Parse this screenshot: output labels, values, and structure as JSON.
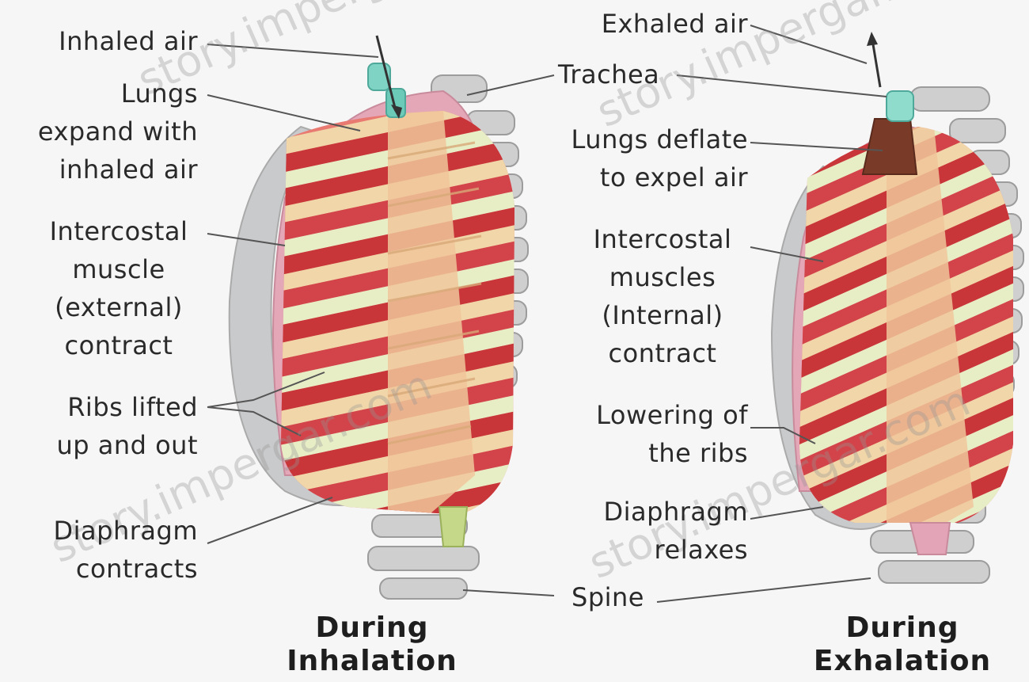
{
  "inhalation": {
    "labels": {
      "inhaled_air": "Inhaled air",
      "lungs_expand": [
        "Lungs",
        "expand with",
        "inhaled air"
      ],
      "intercostal_external": [
        "Intercostal",
        "muscle",
        "(external)",
        "contract"
      ],
      "ribs_lifted": [
        "Ribs lifted",
        "up and out"
      ],
      "diaphragm_contracts": [
        "Diaphragm",
        "contracts"
      ]
    },
    "caption": [
      "During",
      "Inhalation"
    ]
  },
  "shared": {
    "trachea": "Trachea",
    "spine": "Spine"
  },
  "exhalation": {
    "labels": {
      "exhaled_air": "Exhaled air",
      "lungs_deflate": [
        "Lungs deflate",
        "to expel air"
      ],
      "intercostal_internal": [
        "Intercostal",
        "muscles",
        "(Internal)",
        "contract"
      ],
      "lowering_ribs": [
        "Lowering of",
        "the ribs"
      ],
      "diaphragm_relaxes": [
        "Diaphragm",
        "relaxes"
      ]
    },
    "caption": [
      "During",
      "Exhalation"
    ]
  },
  "watermark": "story.impergar.com",
  "colors": {
    "muscle_red": "#c8363a",
    "muscle_light": "#e9756f",
    "rib_bone": "#f0d6a8",
    "rib_green": "#e7eec6",
    "lung_pink": "#e2a4b6",
    "bone_gray": "#c9cacb",
    "trachea_teal": "#7fd3c4",
    "background": "#f6f6f6"
  }
}
